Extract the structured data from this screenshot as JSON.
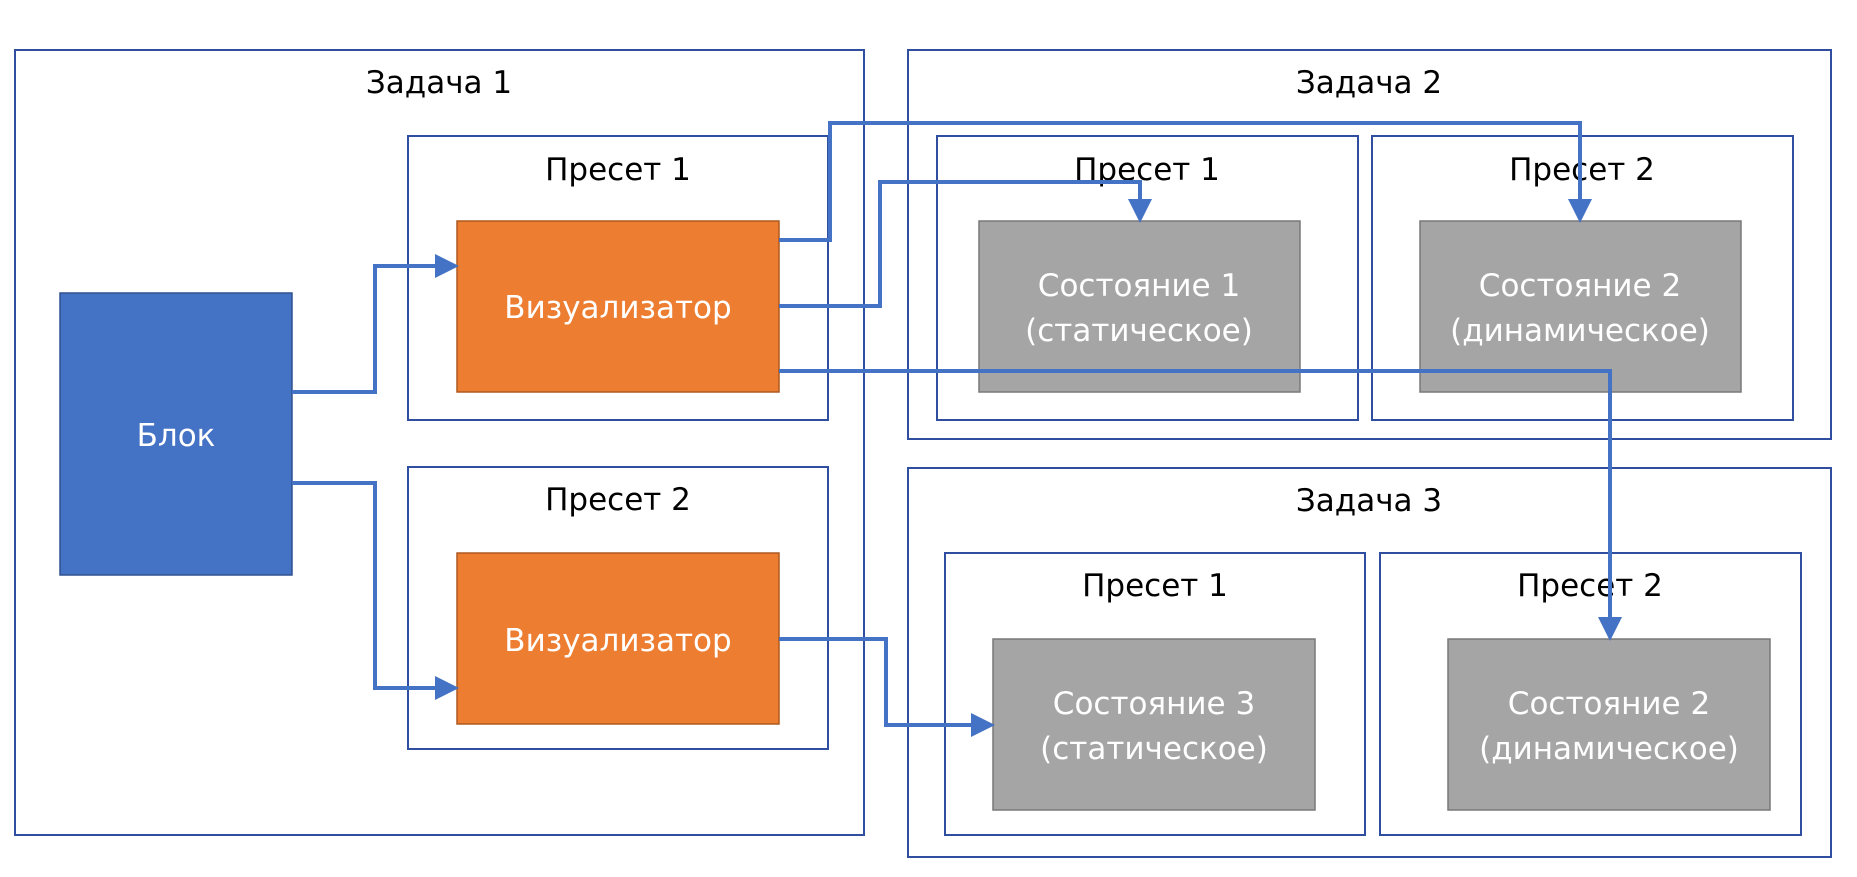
{
  "colors": {
    "frame": "#2F4EA0",
    "block": "#4472C4",
    "visualizer": "#ED7D31",
    "state": "#A5A5A5",
    "arrow": "#4472C4"
  },
  "block": {
    "label": "Блок"
  },
  "task1": {
    "title": "Задача 1",
    "preset1": {
      "title": "Пресет 1",
      "visualizer": "Визуализатор"
    },
    "preset2": {
      "title": "Пресет 2",
      "visualizer": "Визуализатор"
    }
  },
  "task2": {
    "title": "Задача 2",
    "preset1": {
      "title": "Пресет 1",
      "state_line1": "Состояние 1",
      "state_line2": "(статическое)"
    },
    "preset2": {
      "title": "Пресет 2",
      "state_line1": "Состояние 2",
      "state_line2": "(динамическое)"
    }
  },
  "task3": {
    "title": "Задача 3",
    "preset1": {
      "title": "Пресет 1",
      "state_line1": "Состояние 3",
      "state_line2": "(статическое)"
    },
    "preset2": {
      "title": "Пресет 2",
      "state_line1": "Состояние 2",
      "state_line2": "(динамическое)"
    }
  }
}
